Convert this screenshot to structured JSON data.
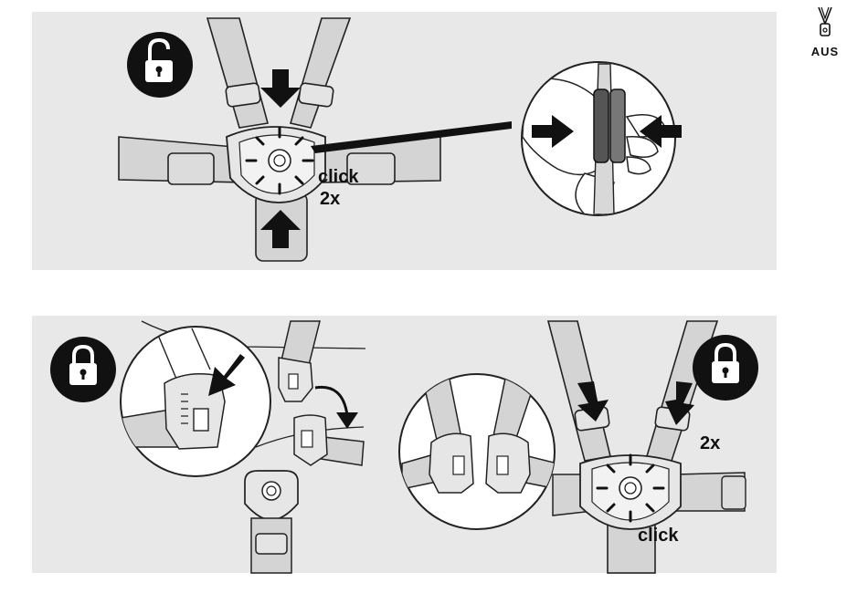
{
  "region": {
    "code": "AUS",
    "icon": "tether-tag-icon"
  },
  "step_unlock": {
    "icon": "unlocked-padlock-icon",
    "click_text": "click",
    "count_text": "2x",
    "arrows": [
      "arrow-down-icon",
      "arrow-up-icon",
      "arrow-right-icon",
      "arrow-left-icon"
    ]
  },
  "step_lock": {
    "icon": "locked-padlock-icon",
    "click_text": "click",
    "count_text": "2x"
  },
  "colors": {
    "panel": "#e8e8e8",
    "strap": "#d4d4d4",
    "ink": "#111111",
    "outline": "#222222",
    "circle_bg": "#ffffff"
  }
}
